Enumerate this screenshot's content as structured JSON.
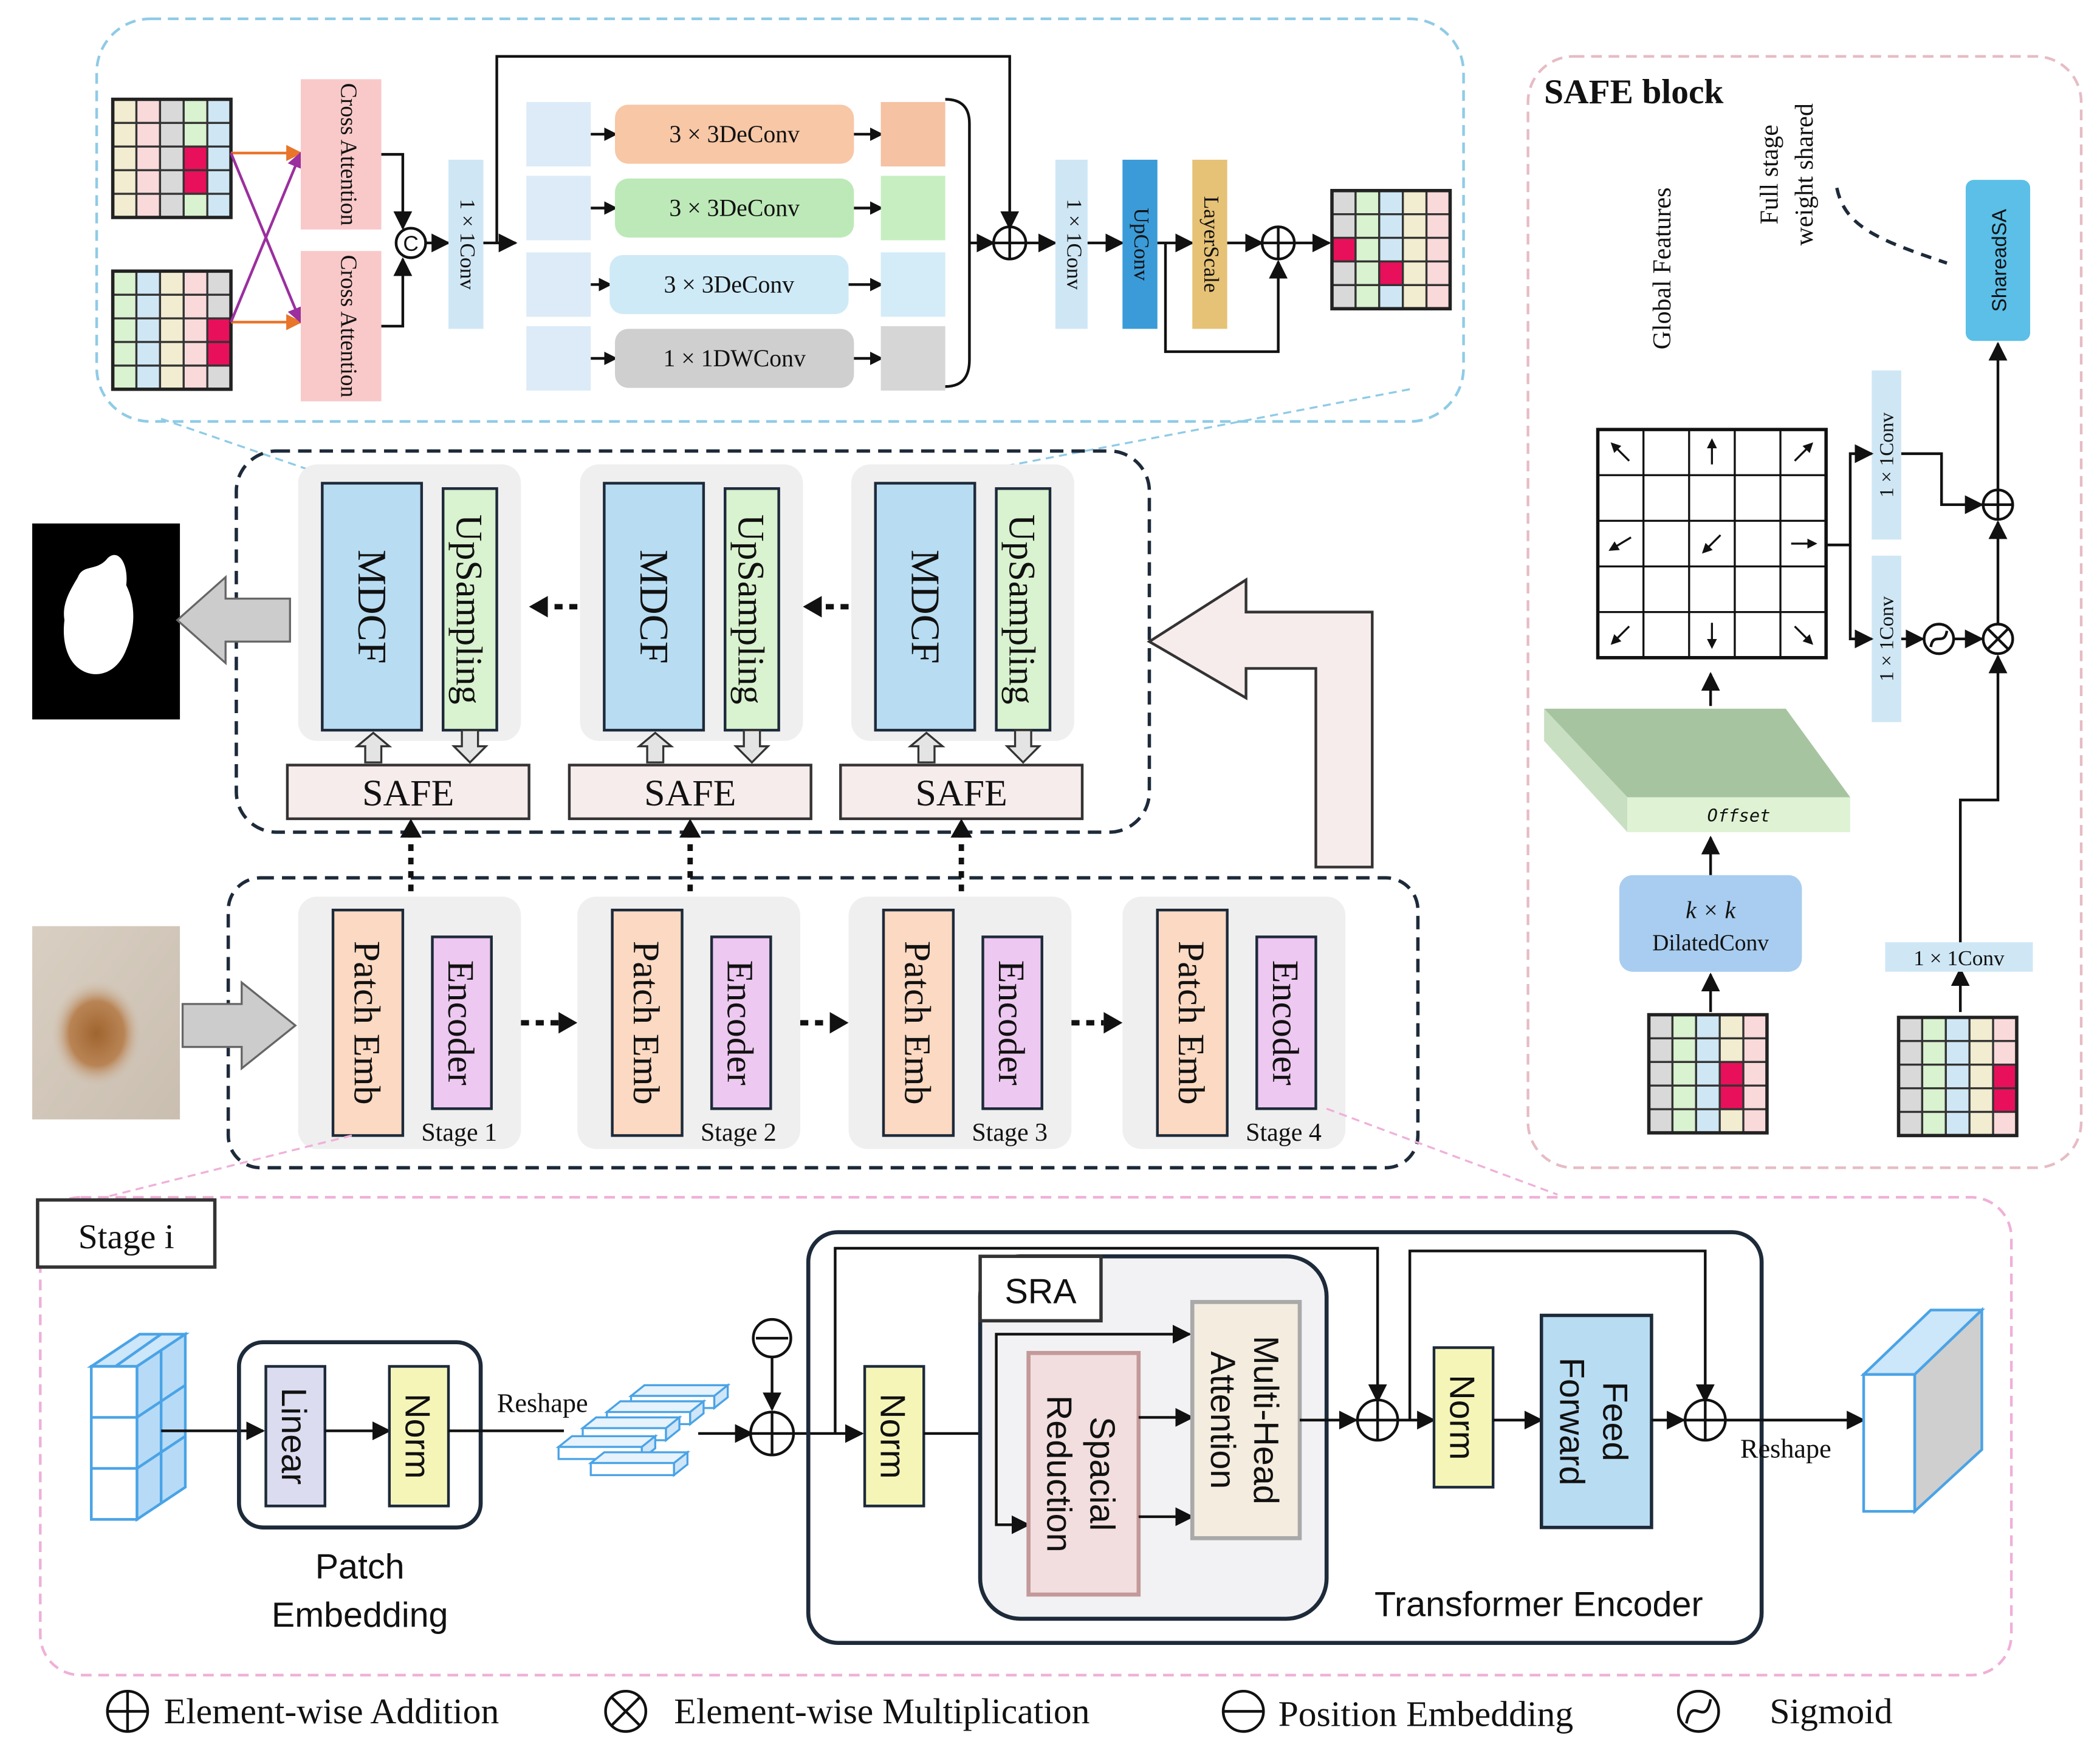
{
  "top": {
    "cross_attention_1": "Cross Attention",
    "cross_attention_2": "Cross Attention",
    "concat_symbol": "C",
    "conv1x1_in": "1 × 1Conv",
    "branch_1": "3 × 3DeConv",
    "branch_2": "3 × 3DeConv",
    "branch_3": "3 × 3DeConv",
    "branch_4": "1 × 1DWConv",
    "conv1x1_out": "1 × 1Conv",
    "upconv": "UpConv",
    "layerscale": "LayerScale"
  },
  "decoder": {
    "mdcf": "MDCF",
    "upsampling": "UpSampling",
    "safe": "SAFE"
  },
  "encoder": {
    "patch_emb": "Patch Emb",
    "encoder": "Encoder",
    "stages": [
      "Stage 1",
      "Stage 2",
      "Stage 3",
      "Stage 4"
    ]
  },
  "safe_block": {
    "title": "SAFE block",
    "weight_note_line1": "Full stage",
    "weight_note_line2": "weight shared",
    "global_features": "Global Features",
    "shared_sa": "ShareadSA",
    "conv_top": "1 × 1Conv",
    "conv_bottom": "1 × 1Conv",
    "offset": "Offset",
    "dilated_line1": "k × k",
    "dilated_line2": "DilatedConv",
    "conv_right": "1 × 1Conv"
  },
  "stage_i": {
    "title": "Stage i",
    "linear": "Linear",
    "norm_pe": "Norm",
    "reshape_in": "Reshape",
    "patch_embedding_line1": "Patch",
    "patch_embedding_line2": "Embedding",
    "norm_1": "Norm",
    "sra": "SRA",
    "spacial_line1": "Spacial",
    "spacial_line2": "Reduction",
    "mha_line1": "Multi-Head",
    "mha_line2": "Attention",
    "norm_2": "Norm",
    "ff_line1": "Feed",
    "ff_line2": "Forward",
    "reshape_out": "Reshape",
    "transformer_encoder": "Transformer Encoder"
  },
  "legend": {
    "addition": "Element-wise Addition",
    "multiplication": "Element-wise Multiplication",
    "position": "Position Embedding",
    "sigmoid": "Sigmoid"
  },
  "colors": {
    "light_blue": "#cfe7f5",
    "mdcf_blue": "#b8dcf2",
    "green": "#d9f2cf",
    "peach": "#fbd9c2",
    "pink": "#f9c9c9",
    "purple": "#edc8f0",
    "upconv_blue": "#3a9bd8",
    "layerscale_gold": "#e6c276",
    "gray_panel": "#efefef",
    "safe_pink": "#f7ecec"
  }
}
